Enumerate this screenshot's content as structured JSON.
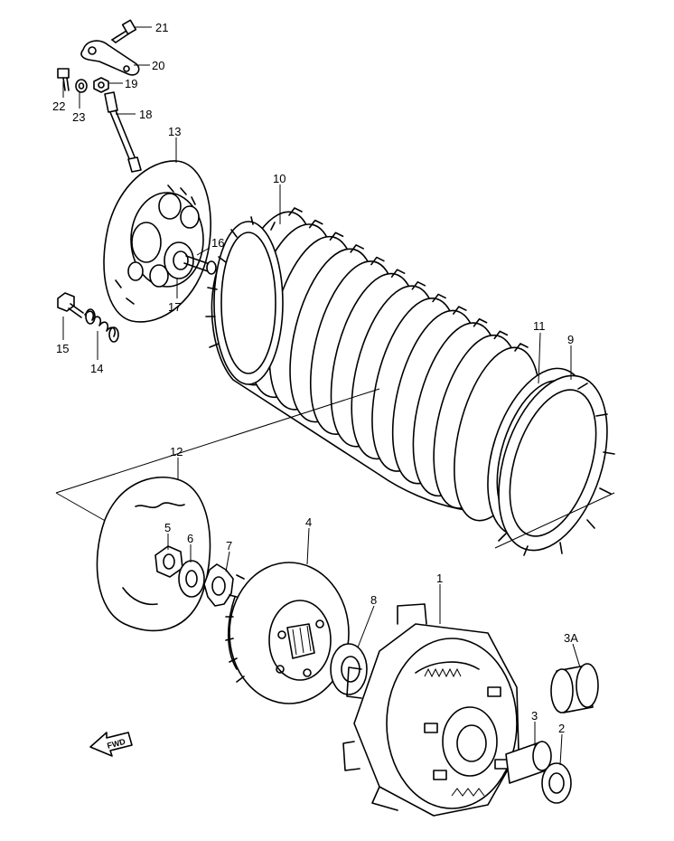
{
  "callouts": [
    {
      "id": "c21",
      "text": "21"
    },
    {
      "id": "c20",
      "text": "20"
    },
    {
      "id": "c19",
      "text": "19"
    },
    {
      "id": "c22",
      "text": "22"
    },
    {
      "id": "c23",
      "text": "23"
    },
    {
      "id": "c18",
      "text": "18"
    },
    {
      "id": "c13",
      "text": "13"
    },
    {
      "id": "c10",
      "text": "10"
    },
    {
      "id": "c16",
      "text": "16"
    },
    {
      "id": "c17",
      "text": "17"
    },
    {
      "id": "c15",
      "text": "15"
    },
    {
      "id": "c14",
      "text": "14"
    },
    {
      "id": "c11",
      "text": "11"
    },
    {
      "id": "c9",
      "text": "9"
    },
    {
      "id": "c12",
      "text": "12"
    },
    {
      "id": "c5",
      "text": "5"
    },
    {
      "id": "c6",
      "text": "6"
    },
    {
      "id": "c7",
      "text": "7"
    },
    {
      "id": "c4",
      "text": "4"
    },
    {
      "id": "c8",
      "text": "8"
    },
    {
      "id": "c1",
      "text": "1"
    },
    {
      "id": "c3A",
      "text": "3A"
    },
    {
      "id": "c3",
      "text": "3"
    },
    {
      "id": "c2",
      "text": "2"
    }
  ],
  "fwd_marker": {
    "text": "FWD"
  }
}
